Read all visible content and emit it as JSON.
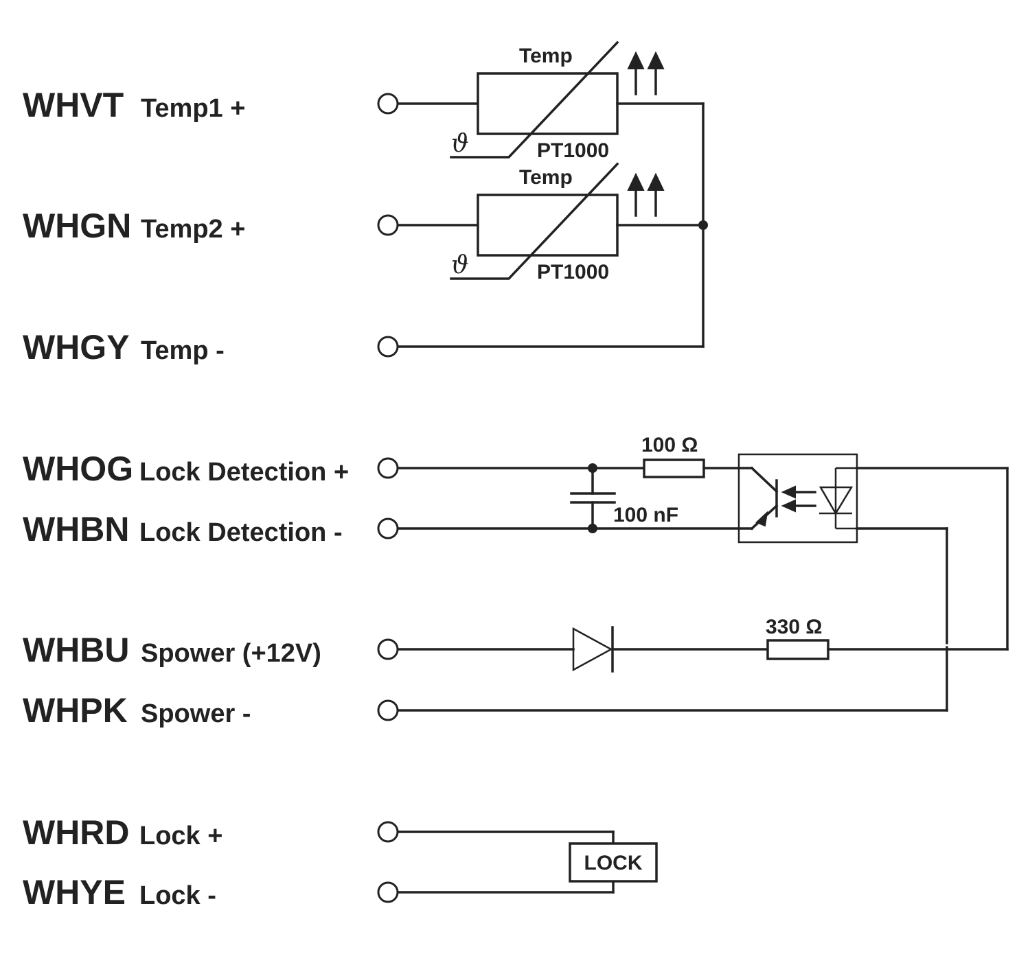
{
  "pins": [
    {
      "code": "WHVT",
      "description": "Temp1 +"
    },
    {
      "code": "WHGN",
      "description": "Temp2 +"
    },
    {
      "code": "WHGY",
      "description": "Temp -"
    },
    {
      "code": "WHOG",
      "description": "Lock Detection +"
    },
    {
      "code": "WHBN",
      "description": "Lock Detection -"
    },
    {
      "code": "WHBU",
      "description": "Spower (+12V)"
    },
    {
      "code": "WHPK",
      "description": "Spower -"
    },
    {
      "code": "WHRD",
      "description": "Lock +"
    },
    {
      "code": "WHYE",
      "description": "Lock -"
    }
  ],
  "sensors": [
    {
      "top_label": "Temp",
      "bottom_label": "PT1000",
      "symbol": "ϑ"
    },
    {
      "top_label": "Temp",
      "bottom_label": "PT1000",
      "symbol": "ϑ"
    }
  ],
  "components": {
    "resistor1": "100 Ω",
    "capacitor": "100 nF",
    "resistor2": "330 Ω",
    "lock": "LOCK"
  }
}
